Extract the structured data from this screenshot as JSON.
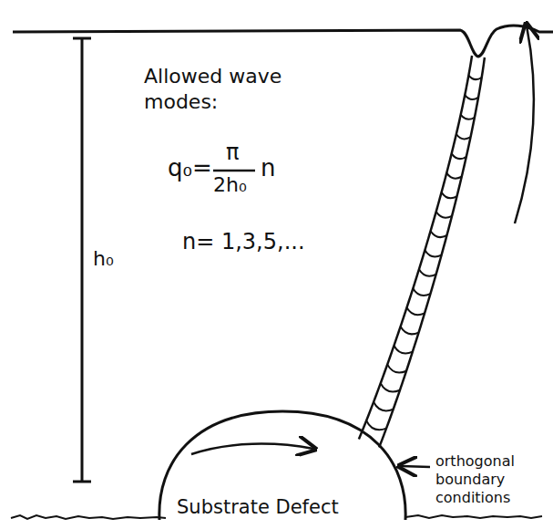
{
  "diagram": {
    "nodes": [
      {
        "text": [
          "Substrate Defect"
        ]
      }
    ],
    "labels": [
      "Allowed wave modes:",
      "q₀=",
      "π",
      "2h₀",
      "n",
      "n= 1,3,5,...",
      "h₀",
      "orthogonal boundary conditions"
    ]
  }
}
